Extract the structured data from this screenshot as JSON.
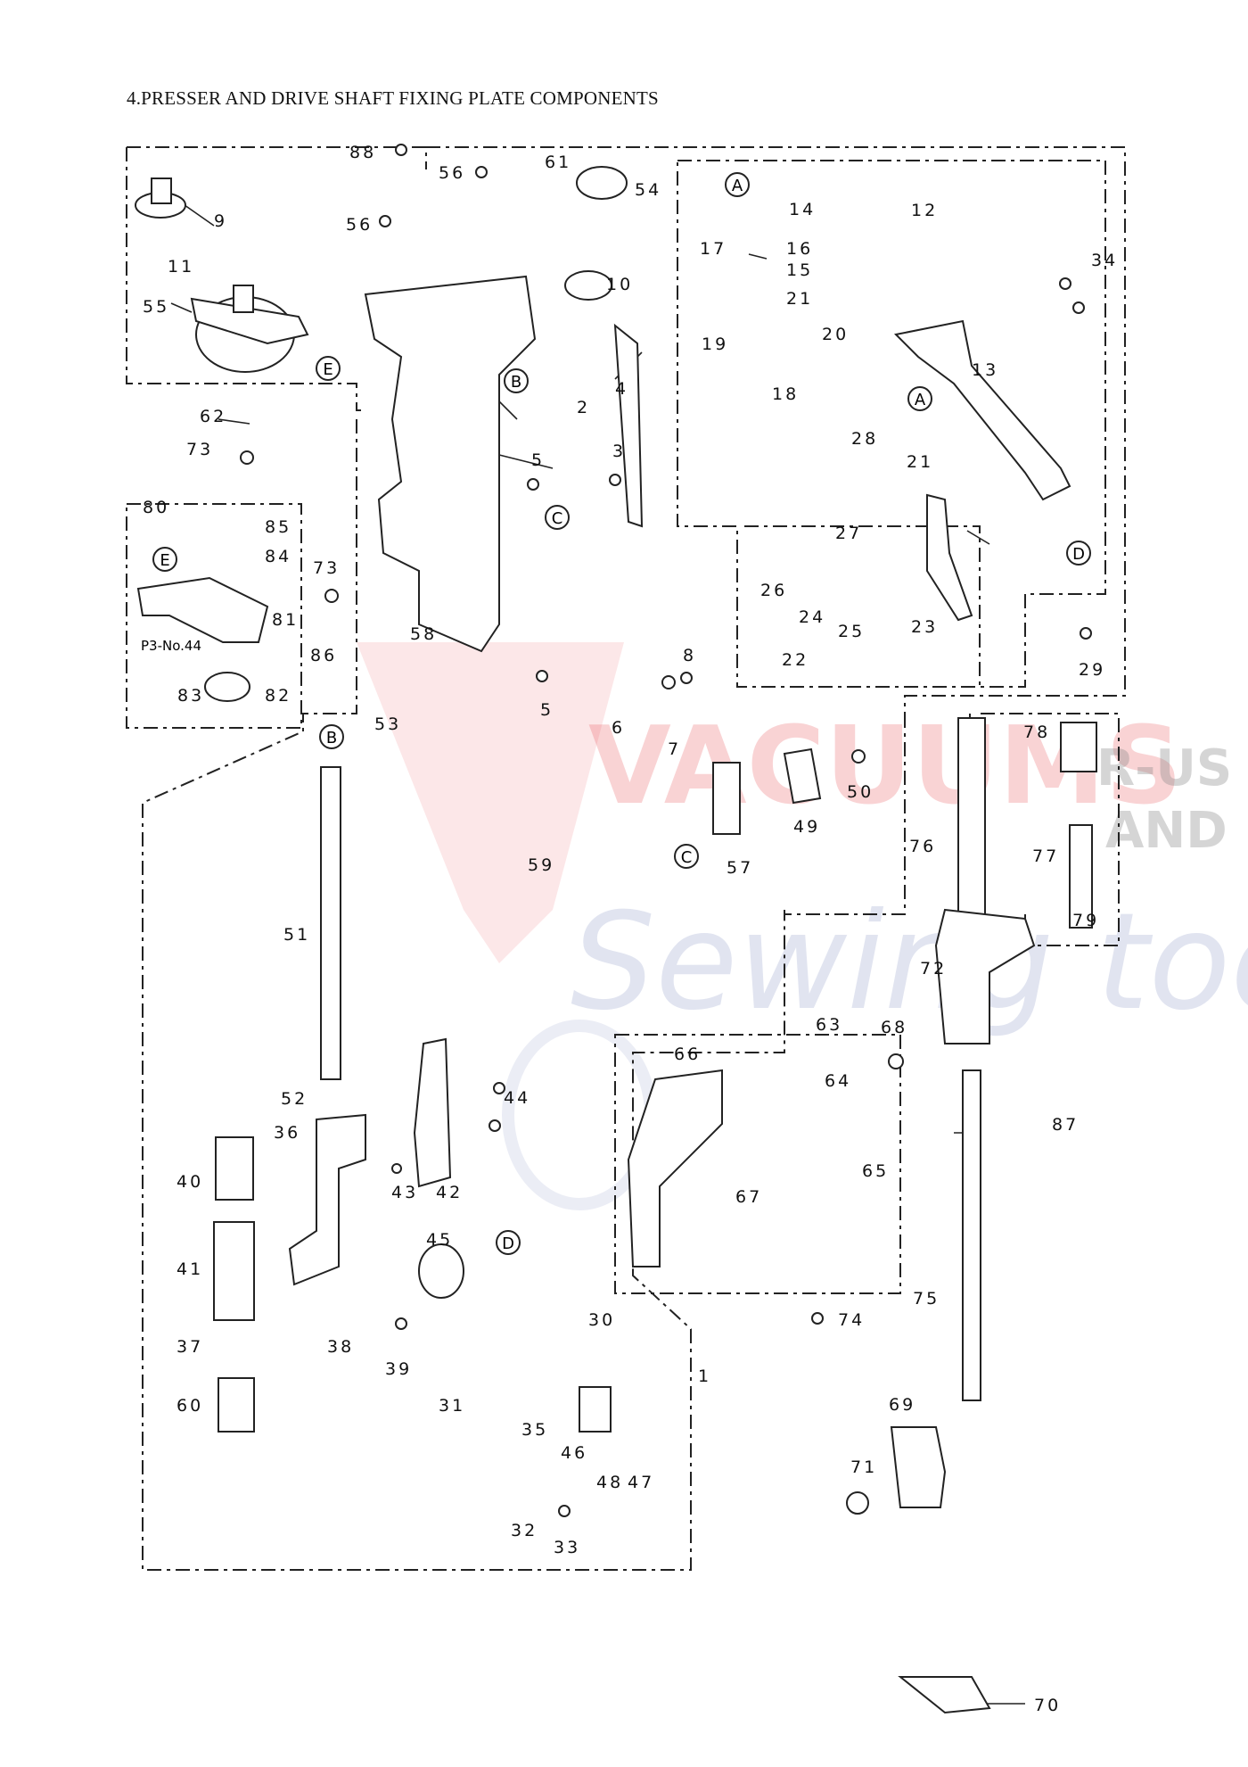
{
  "title": "4.PRESSER AND DRIVE SHAFT FIXING PLATE COMPONENTS",
  "reference_note": "P3-No.44",
  "watermark": {
    "brand": "VACUUMS",
    "tag1": "R-US",
    "tag2": "AND",
    "tag3": "Sewing too",
    "red": "#e63a42",
    "blue": "#5c6fb0"
  },
  "callouts": {
    "A1": "A",
    "A2": "A",
    "B1": "B",
    "B2": "B",
    "C1": "C",
    "C2": "C",
    "D1": "D",
    "D2": "D",
    "E1": "E",
    "E2": "E"
  },
  "parts": {
    "p1": "1",
    "p2": "2",
    "p3": "3",
    "p4": "4",
    "p5a": "5",
    "p5b": "5",
    "p6": "6",
    "p7": "7",
    "p8": "8",
    "p9": "9",
    "p10": "10",
    "p11": "11",
    "p12": "12",
    "p13": "13",
    "p14": "14",
    "p15": "15",
    "p16": "16",
    "p17": "17",
    "p18": "18",
    "p19": "19",
    "p20": "20",
    "p21a": "21",
    "p21b": "21",
    "p22": "22",
    "p23": "23",
    "p24": "24",
    "p25": "25",
    "p26": "26",
    "p27": "27",
    "p28": "28",
    "p29": "29",
    "p30": "30",
    "p31": "31",
    "p32": "32",
    "p33": "33",
    "p34": "34",
    "p35": "35",
    "p36": "36",
    "p37": "37",
    "p38": "38",
    "p39": "39",
    "p40": "40",
    "p41": "41",
    "p42": "42",
    "p43": "43",
    "p44": "44",
    "p45": "45",
    "p46": "46",
    "p47": "47",
    "p48": "48",
    "p49": "49",
    "p50": "50",
    "p51": "51",
    "p52": "52",
    "p53": "53",
    "p54": "54",
    "p55": "55",
    "p56a": "56",
    "p56b": "56",
    "p57": "57",
    "p58": "58",
    "p59": "59",
    "p60": "60",
    "p61": "61",
    "p62": "62",
    "p63": "63",
    "p64": "64",
    "p65": "65",
    "p66": "66",
    "p67": "67",
    "p68": "68",
    "p69": "69",
    "p70": "70",
    "p71": "71",
    "p72": "72",
    "p73a": "73",
    "p73b": "73",
    "p74": "74",
    "p75": "75",
    "p76": "76",
    "p77": "77",
    "p78": "78",
    "p79": "79",
    "p80": "80",
    "p81": "81",
    "p82": "82",
    "p83": "83",
    "p84": "84",
    "p85": "85",
    "p86": "86",
    "p87": "87",
    "p88": "88"
  }
}
